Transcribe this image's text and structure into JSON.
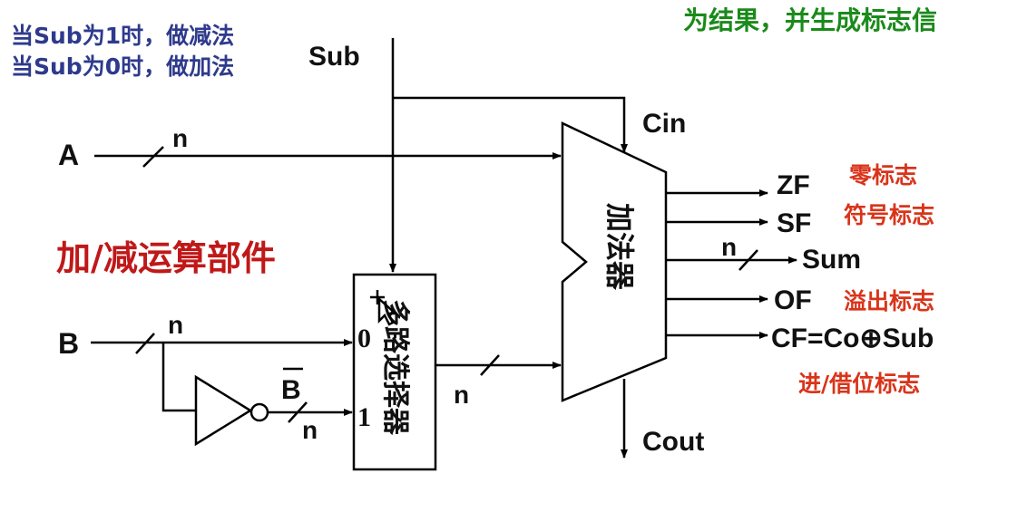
{
  "notes": {
    "sub1": "当Sub为1时，做减法",
    "sub0": "当Sub为0时，做加法",
    "top_right": "为结果，并生成标志信"
  },
  "title": "加/减运算部件",
  "signals": {
    "sub": "Sub",
    "a": "A",
    "b": "B",
    "b_bar": "B",
    "cin": "Cin",
    "cout": "Cout",
    "zf": "ZF",
    "sf": "SF",
    "sum": "Sum",
    "of": "OF",
    "cf": "CF=Co⊕Sub"
  },
  "widths": {
    "a": "n",
    "b": "n",
    "b_bar": "n",
    "mux_out": "n",
    "sum": "n"
  },
  "mux": {
    "label": "多路选择器",
    "in0": "0",
    "in1": "1"
  },
  "adder": {
    "label": "加法器"
  },
  "flags": {
    "zf": "零标志",
    "sf": "符号标志",
    "of": "溢出标志",
    "cf": "进/借位标志"
  },
  "colors": {
    "flag_text": "#d9341a",
    "note_text": "#2e3a8c",
    "top_right_text": "#1a8a1a",
    "title_text": "#c01818"
  }
}
